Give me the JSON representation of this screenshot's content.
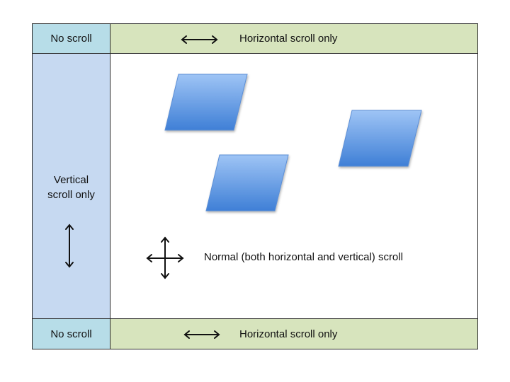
{
  "colors": {
    "no_scroll_bg": "#b7dde8",
    "horizontal_bg": "#d7e4bd",
    "vertical_bg": "#c6d9f1",
    "main_bg": "#ffffff",
    "border": "#2b2b2b",
    "shape_top": "#9ec4f5",
    "shape_bottom": "#3f7fd6"
  },
  "top_left": {
    "label": "No scroll"
  },
  "top_bar": {
    "label": "Horizontal scroll only",
    "icon": "horizontal-arrow-icon"
  },
  "left_bar": {
    "label_line1": "Vertical",
    "label_line2": "scroll only",
    "icon": "vertical-arrow-icon"
  },
  "main": {
    "label": "Normal (both horizontal and vertical) scroll",
    "icon": "four-way-arrow-icon",
    "shape_count": 3
  },
  "bottom_left": {
    "label": "No scroll"
  },
  "bottom_bar": {
    "label": "Horizontal scroll only",
    "icon": "horizontal-arrow-icon"
  }
}
